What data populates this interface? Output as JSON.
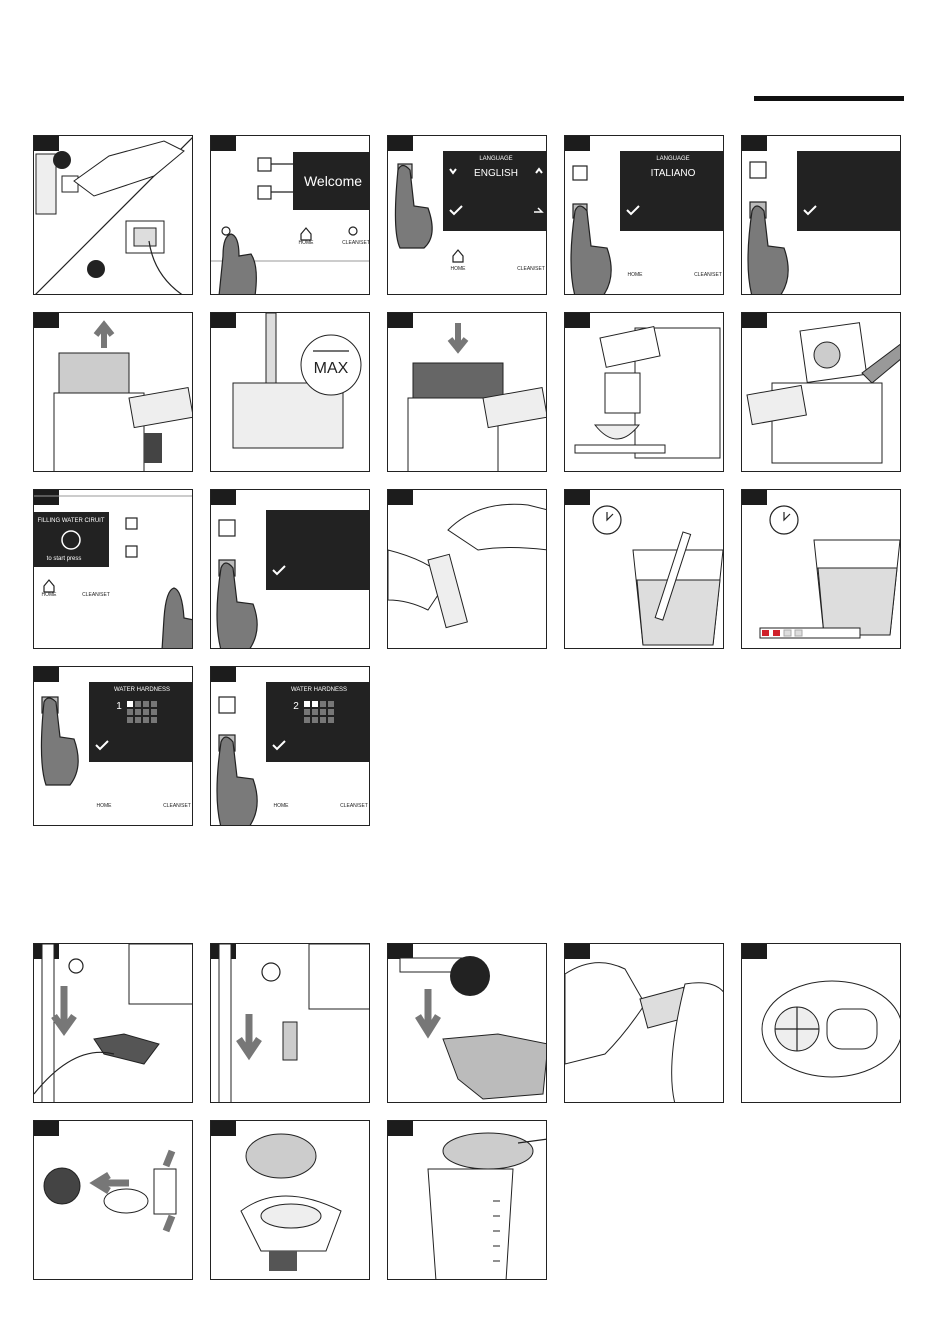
{
  "screens": {
    "welcome": "Welcome",
    "language_title": "LANGUAGE",
    "language_english": "ENGLISH",
    "language_italiano": "ITALIANO",
    "filling_title": "FILLING WATER CIRUIT",
    "filling_sub": "to start press",
    "max_label": "MAX",
    "hardness_title": "WATER HARDNESS",
    "hardness_1": "1",
    "hardness_2": "2"
  },
  "buttons": {
    "home": "HOME",
    "clean_set": "CLEAN/SET"
  },
  "icons": [
    "power-icon",
    "home-icon",
    "clean-set-icon",
    "check-icon",
    "back-icon",
    "chevron-up-icon",
    "chevron-down-icon",
    "clock-icon",
    "water-drop-icon",
    "arrow-icon"
  ],
  "colors": {
    "screen": "#222222",
    "hand": "#7a7a7a",
    "strip_red": "#d0202a"
  }
}
